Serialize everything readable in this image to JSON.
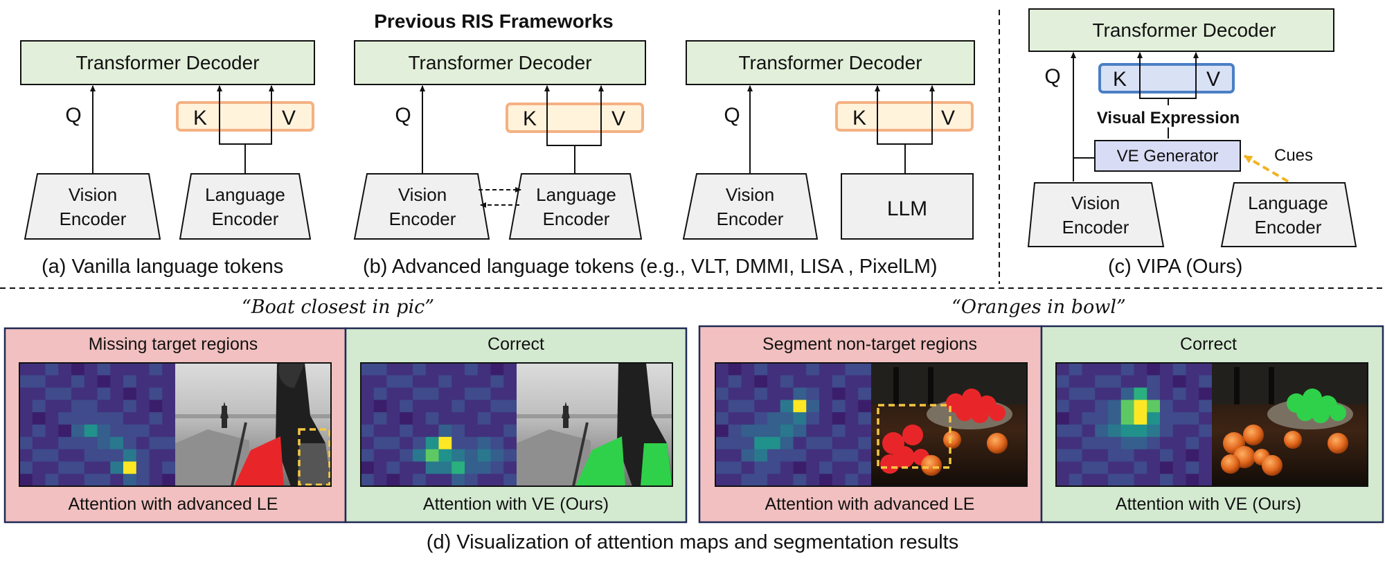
{
  "header": {
    "title": "Previous RIS Frameworks"
  },
  "blocks": {
    "decoder_label": "Transformer Decoder",
    "q_label": "Q",
    "k_label": "K",
    "v_label": "V",
    "vision_encoder": [
      "Vision",
      "Encoder"
    ],
    "language_encoder": [
      "Language",
      "Encoder"
    ],
    "llm_label": "LLM",
    "visual_expression_label": "Visual Expression",
    "ve_generator_label": "VE Generator",
    "cues_label": "Cues"
  },
  "captions": {
    "a": "(a)  Vanilla language tokens",
    "b": "(b)  Advanced language tokens (e.g., VLT, DMMI, LISA , PixelLM)",
    "c": "(c)  VIPA (Ours)",
    "d": "(d) Visualization of attention maps and segmentation results"
  },
  "examples": [
    {
      "quote": "“Boat closest in pic”",
      "left_title": "Missing target regions",
      "left_footer": "Attention with advanced LE",
      "right_title": "Correct",
      "right_footer": "Attention with VE (Ours)"
    },
    {
      "quote": "“Oranges in bowl”",
      "left_title": "Segment non-target regions",
      "left_footer": "Attention with advanced LE",
      "right_title": "Correct",
      "right_footer": "Attention with VE (Ours)"
    }
  ],
  "colors": {
    "decoder_fill": "#e2efda",
    "kv_fill": "#fff3dc",
    "kv_border": "#f4b183",
    "vipa_kv_fill": "#d9e1f5",
    "vipa_kv_border": "#4a7fc4",
    "ve_fill": "#d9dcf5",
    "encoder_fill": "#f0f0f0",
    "wrong_panel": "#f2c0c0",
    "right_panel": "#d3ead0",
    "panel_border": "#1f2a55",
    "cue_arrow": "#f0b323",
    "highlight_box": "#f5c842",
    "mask_red": "#e8262a",
    "mask_green": "#2fd14a"
  }
}
